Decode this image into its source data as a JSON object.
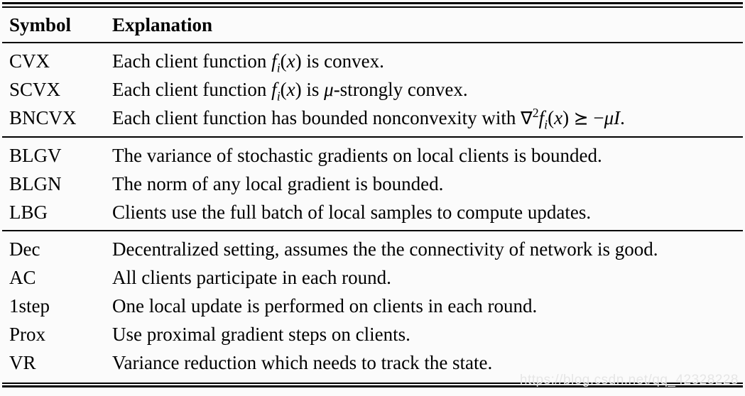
{
  "page": {
    "background_color": "#fbfbfb",
    "rule_color": "#000000",
    "text_color": "#000000",
    "watermark": "https://blog.csdn.net/qq_42328228",
    "watermark_color": "#e6e6e6"
  },
  "table": {
    "columns": [
      "Symbol",
      "Explanation"
    ],
    "groups": [
      {
        "rows": [
          {
            "symbol": "CVX",
            "explanation_html": "Each client function <i>f</i><sub><i>i</i></sub>(<i>x</i>) is convex."
          },
          {
            "symbol": "SCVX",
            "explanation_html": "Each client function <i>f</i><sub><i>i</i></sub>(<i>x</i>) is <i>μ</i>-strongly convex."
          },
          {
            "symbol": "BNCVX",
            "explanation_html": "Each client function has bounded nonconvexity with <span class=nabla>∇</span><sup>2</sup><i>f</i><sub><i>i</i></sub>(<i>x</i>) <span class=rel>⪰</span> −<i>μI</i>."
          }
        ]
      },
      {
        "rows": [
          {
            "symbol": "BLGV",
            "explanation_html": "The variance of stochastic gradients on local clients is bounded."
          },
          {
            "symbol": "BLGN",
            "explanation_html": "The norm of any local gradient is bounded."
          },
          {
            "symbol": "LBG",
            "explanation_html": "Clients use the full batch of local samples to compute updates."
          }
        ]
      },
      {
        "rows": [
          {
            "symbol": "Dec",
            "explanation_html": "Decentralized setting, assumes the the connectivity of network is good."
          },
          {
            "symbol": "AC",
            "explanation_html": "All clients participate in each round."
          },
          {
            "symbol": "1step",
            "explanation_html": "One local update is performed on clients in each round."
          },
          {
            "symbol": "Prox",
            "explanation_html": "Use proximal gradient steps on clients."
          },
          {
            "symbol": "VR",
            "explanation_html": "Variance reduction which needs to track the state."
          }
        ]
      }
    ]
  }
}
